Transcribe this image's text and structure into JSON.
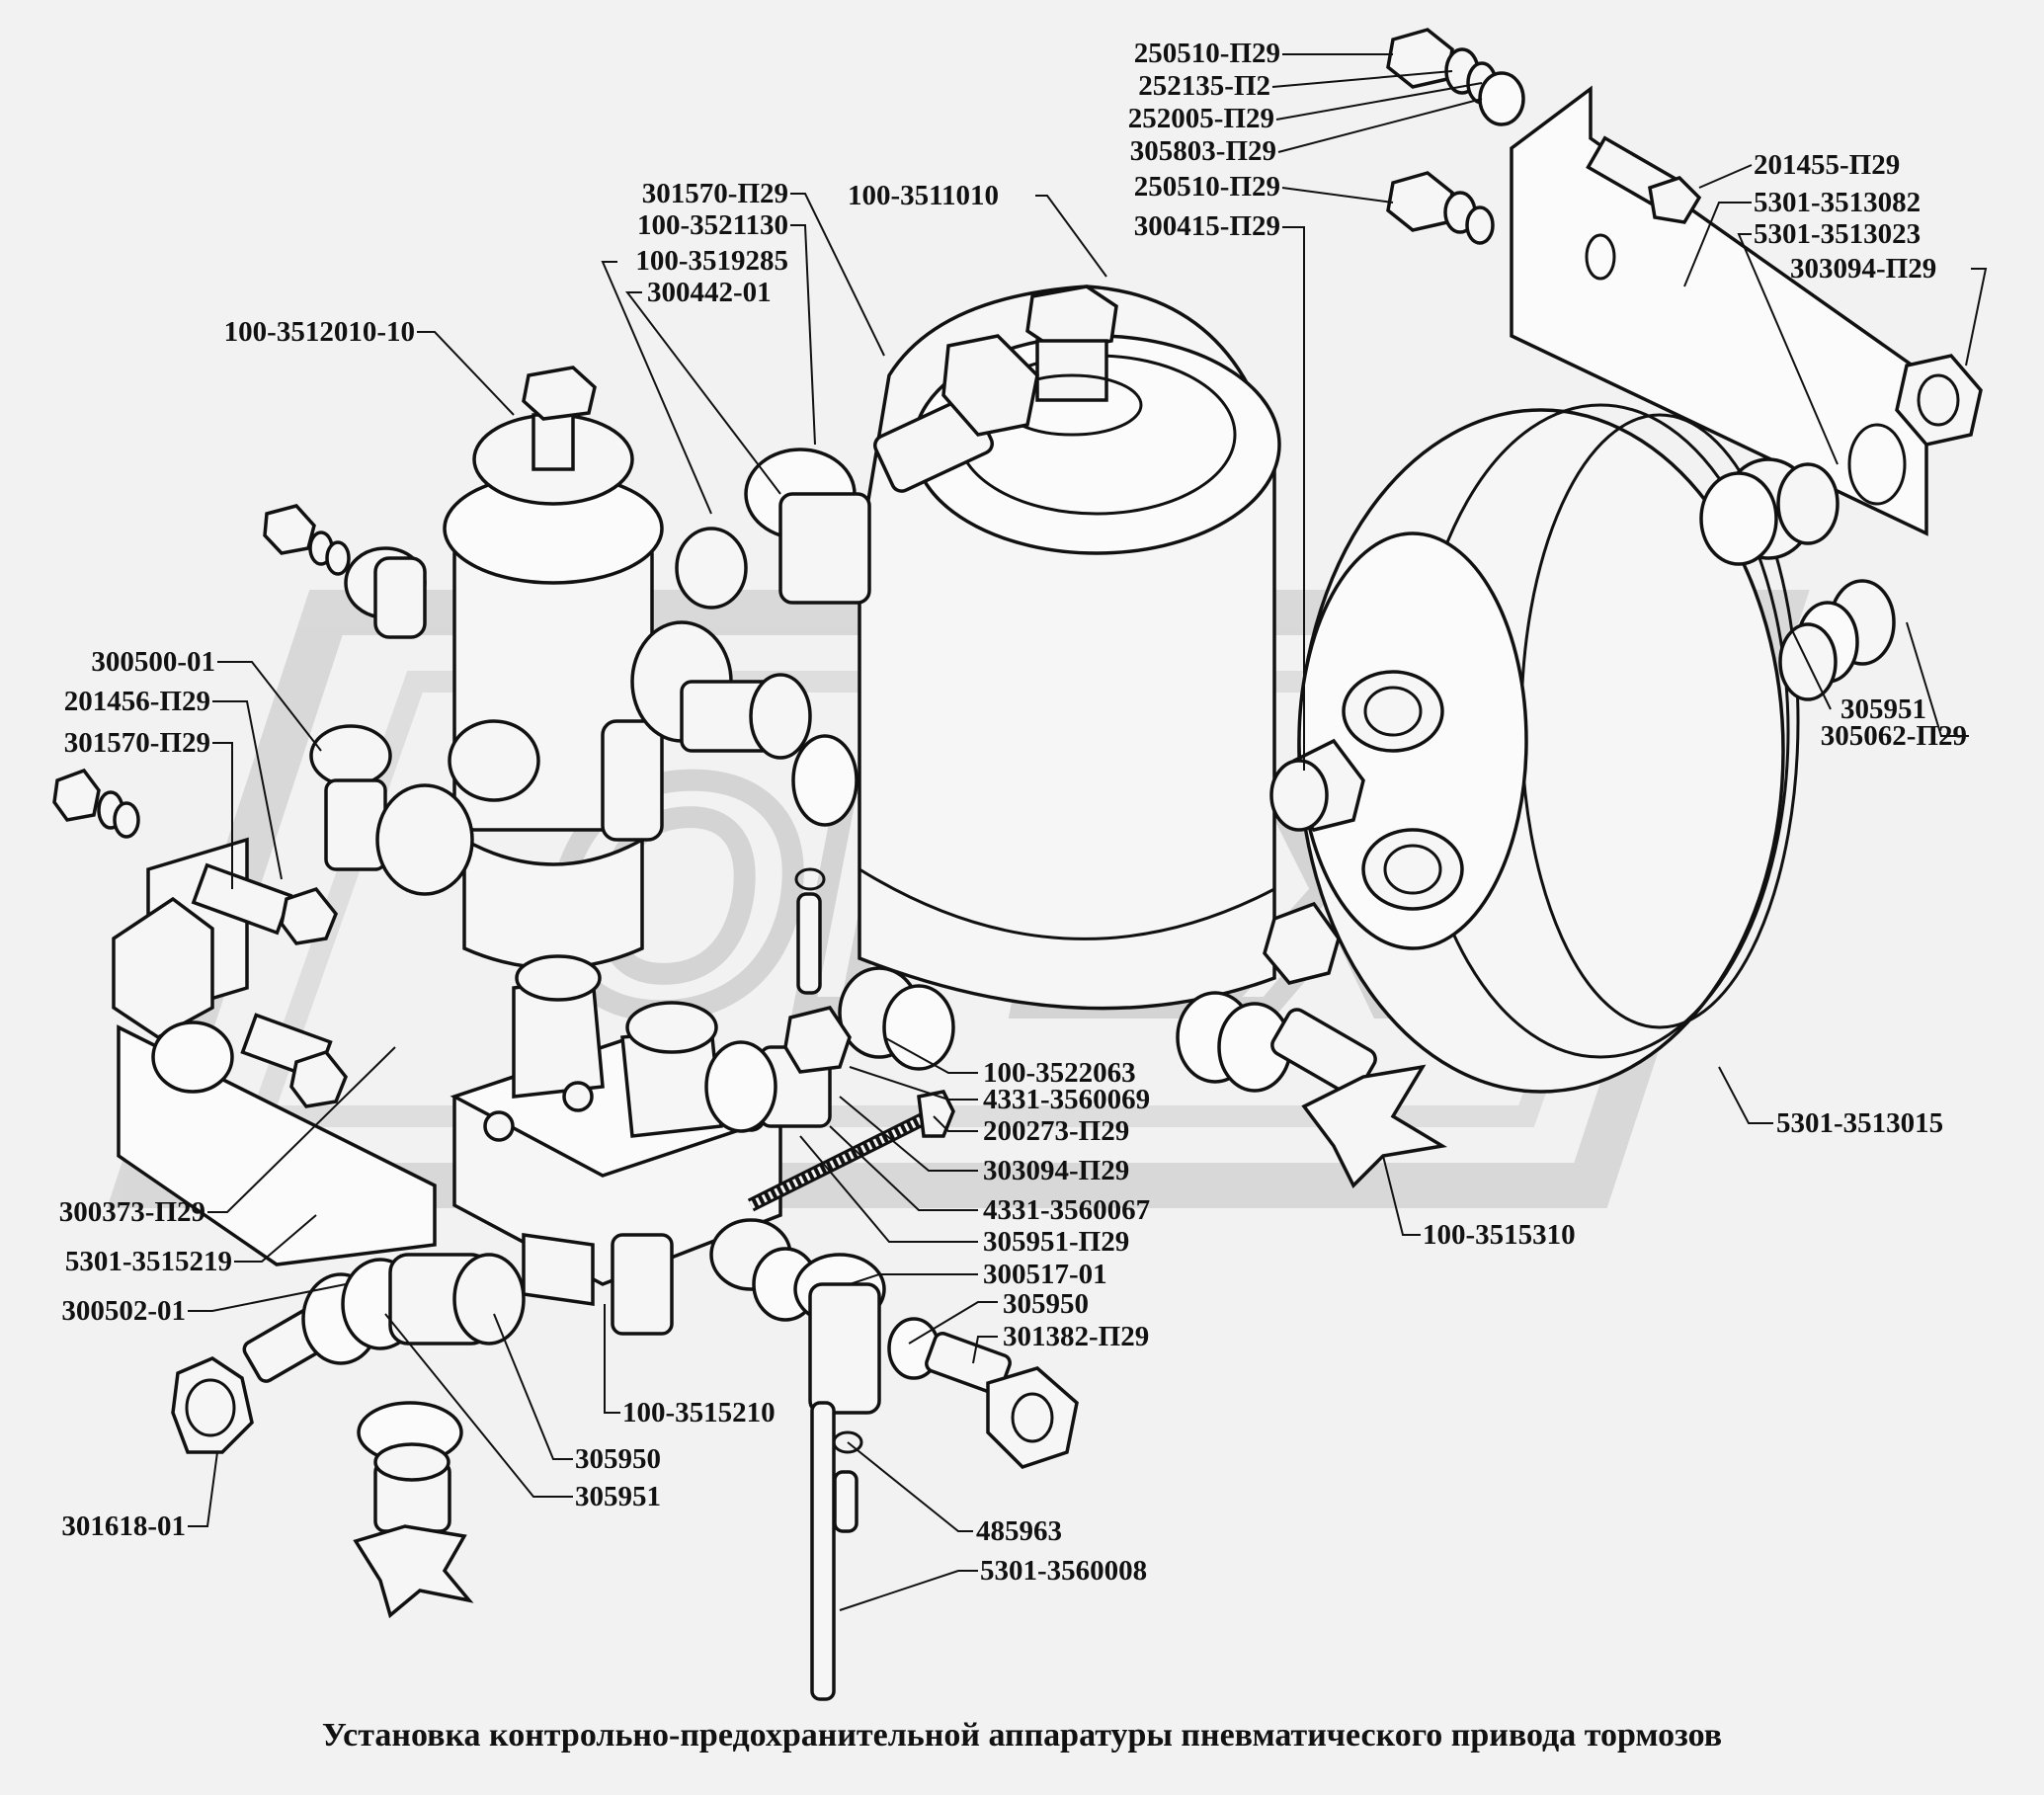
{
  "title": "Установка контрольно-предохранительной аппаратуры пневматического привода тормозов",
  "watermark": "ОРЕХ",
  "colors": {
    "background": "#f2f2f2",
    "ink": "#111111",
    "watermark": "#bdbdbd"
  },
  "labels": {
    "l250510_top": "250510-П29",
    "l252135": "252135-П2",
    "l252005": "252005-П29",
    "l305803": "305803-П29",
    "l250510_mid": "250510-П29",
    "l300415": "300415-П29",
    "l201455": "201455-П29",
    "l5301_3513082": "5301-3513082",
    "l5301_3513023": "5301-3513023",
    "l303094_top": "303094-П29",
    "l301570_top": "301570-П29",
    "l100_3521130": "100-3521130",
    "l100_3519285": "100-3519285",
    "l300442": "300442-01",
    "l100_3511010": "100-3511010",
    "l100_3512010": "100-3512010-10",
    "l300500": "300500-01",
    "l201456": "201456-П29",
    "l301570_left": "301570-П29",
    "l305951_right": "305951",
    "l305062": "305062-П29",
    "l100_3522063": "100-3522063",
    "l4331_3560069": "4331-3560069",
    "l200273": "200273-П29",
    "l303094_mid": "303094-П29",
    "l4331_3560067": "4331-3560067",
    "l305951_p29": "305951-П29",
    "l300517": "300517-01",
    "l305950_a": "305950",
    "l301382": "301382-П29",
    "l5301_3513015": "5301-3513015",
    "l100_3515310": "100-3515310",
    "l300373": "300373-П29",
    "l5301_3515219": "5301-3515219",
    "l300502": "300502-01",
    "l100_3515210": "100-3515210",
    "l305950_b": "305950",
    "l305951_b": "305951",
    "l301618": "301618-01",
    "l485963": "485963",
    "l5301_3560008": "5301-3560008"
  }
}
